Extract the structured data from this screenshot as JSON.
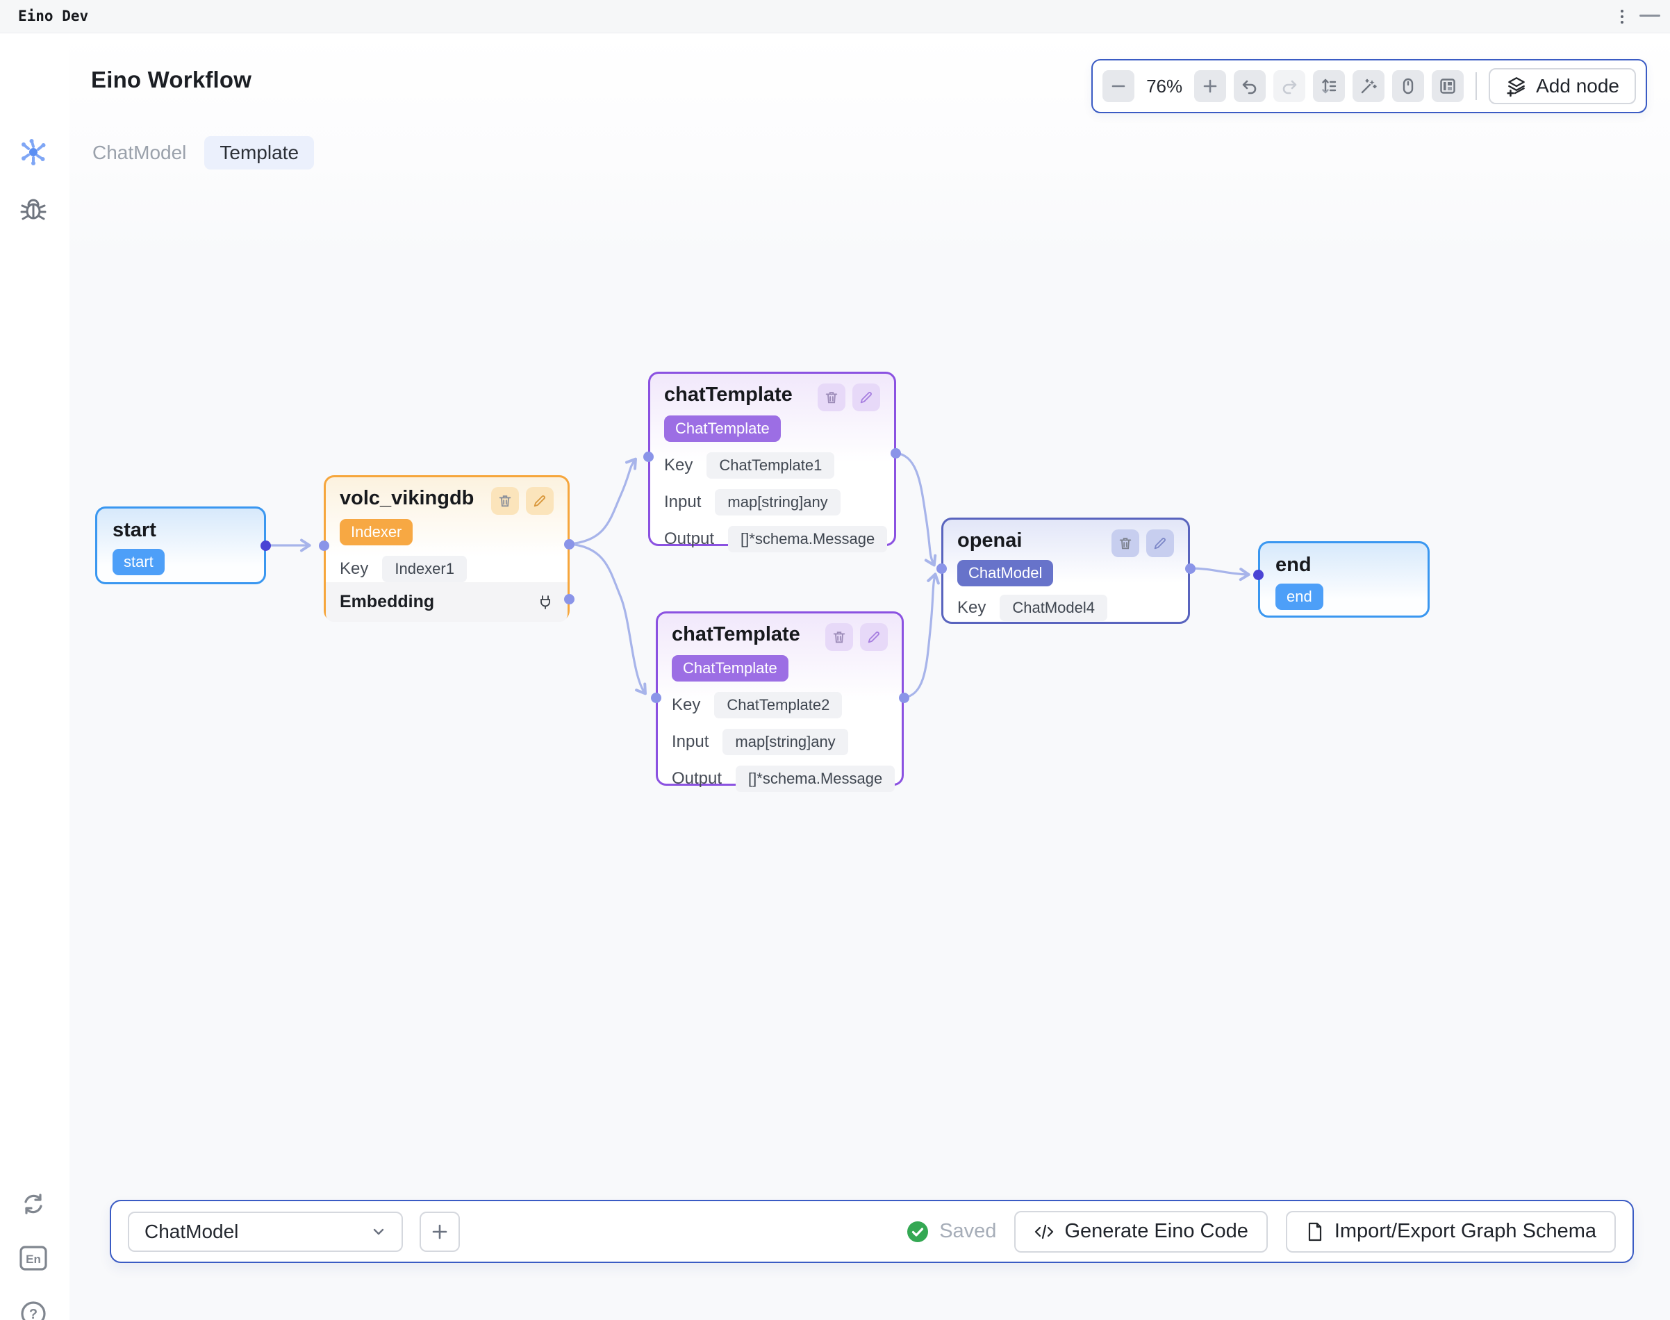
{
  "titlebar": {
    "app_title": "Eino Dev"
  },
  "header": {
    "title": "Eino Workflow",
    "tabs": [
      {
        "label": "ChatModel",
        "active": false
      },
      {
        "label": "Template",
        "active": true
      }
    ]
  },
  "toolbar": {
    "zoom_level": "76%",
    "minus_label": "−",
    "plus_label": "+",
    "add_node_label": "Add node"
  },
  "sidebar": {
    "language_label": "En",
    "help_label": "?"
  },
  "nodes": {
    "start": {
      "title": "start",
      "badge": "start"
    },
    "volc": {
      "title": "volc_vikingdb",
      "badge": "Indexer",
      "key_label": "Key",
      "key": "Indexer1",
      "section": "Embedding"
    },
    "template1": {
      "title": "chatTemplate",
      "badge": "ChatTemplate",
      "key_label": "Key",
      "key": "ChatTemplate1",
      "input_label": "Input",
      "input": "map[string]any",
      "output_label": "Output",
      "output": "[]*schema.Message"
    },
    "template2": {
      "title": "chatTemplate",
      "badge": "ChatTemplate",
      "key_label": "Key",
      "key": "ChatTemplate2",
      "input_label": "Input",
      "input": "map[string]any",
      "output_label": "Output",
      "output": "[]*schema.Message"
    },
    "openai": {
      "title": "openai",
      "badge": "ChatModel",
      "key_label": "Key",
      "key": "ChatModel4"
    },
    "end": {
      "title": "end",
      "badge": "end"
    }
  },
  "footer": {
    "node_type_select_value": "ChatModel",
    "add_label": "+",
    "saved_label": "Saved",
    "generate_label": "Generate Eino Code",
    "import_export_label": "Import/Export Graph Schema"
  },
  "icons": [
    "logo-gear-tags-icon",
    "workflow-graph-icon",
    "bug-icon",
    "refresh-icon",
    "language-icon",
    "help-icon",
    "kebab-menu-icon",
    "minimize-icon",
    "zoom-out-icon",
    "zoom-in-icon",
    "undo-icon",
    "redo-icon",
    "auto-layout-icon",
    "magic-wand-icon",
    "mouse-icon",
    "minimap-icon",
    "layers-plus-icon",
    "trash-icon",
    "pencil-icon",
    "plug-icon",
    "chevron-down-icon",
    "check-circle-icon",
    "code-icon",
    "document-icon"
  ],
  "colors": {
    "accent_border_blue": "#3A97F0",
    "badge_blue": "#4D9FF8",
    "accent_border_orange": "#F6A63C",
    "badge_orange": "#F7A843",
    "accent_border_purple": "#8B52E1",
    "badge_purple": "#9C6EE4",
    "accent_border_indigo": "#5964BE",
    "badge_indigo": "#6773CA",
    "edge": "#A7B4EA",
    "handle": "#8A94E8",
    "handle_dark": "#4A43D4",
    "panel_border": "#3A5BC4",
    "saved_green": "#34A853"
  }
}
